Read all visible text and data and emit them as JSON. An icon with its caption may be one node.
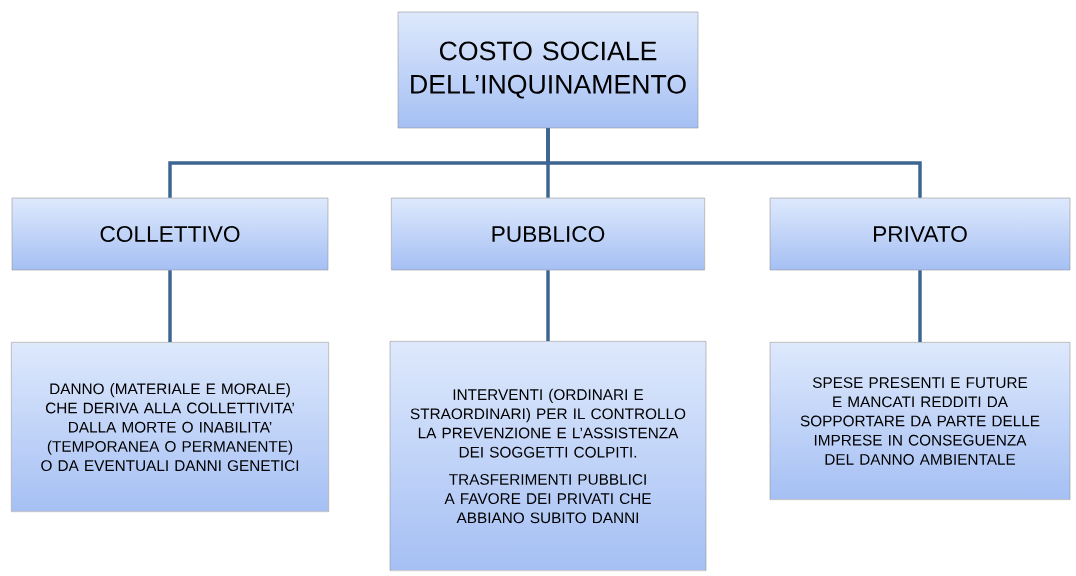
{
  "diagram": {
    "nodes": [
      {
        "text": [
          "COSTO SOCIALE DELL’INQUINAMENTO"
        ]
      },
      {
        "text": [
          "COLLETTIVO"
        ]
      },
      {
        "text": [
          "PUBBLICO"
        ]
      },
      {
        "text": [
          "PRIVATO"
        ]
      },
      {
        "text": [
          "DANNO (MATERIALE E MORALE) CHE DERIVA ALLA COLLETTIVITA’ DALLA MORTE O INABILITA’ (TEMPORANEA O PERMANENTE) O DA EVENTUALI DANNI GENETICI"
        ]
      },
      {
        "text": [
          "INTERVENTI (ORDINARI E STRAORDINARI) PER IL CONTROLLO LA PREVENZIONE E L’ASSISTENZA DEI SOGGETTI COLPITI.",
          "TRASFERIMENTI PUBBLICI A FAVORE DEI PRIVATI CHE ABBIANO SUBITO DANNI"
        ]
      },
      {
        "text": [
          "SPESE PRESENTI E FUTURE E MANCATI REDDITI DA SOPPORTARE DA PARTE DELLE IMPRESE IN CONSEGUENZA DEL DANNO AMBIENTALE"
        ]
      }
    ],
    "edges": [
      {
        "from": 0,
        "to": 1,
        "arrow": "none"
      },
      {
        "from": 0,
        "to": 2,
        "arrow": "none"
      },
      {
        "from": 0,
        "to": 3,
        "arrow": "none"
      },
      {
        "from": 1,
        "to": 4,
        "arrow": "none"
      },
      {
        "from": 2,
        "to": 5,
        "arrow": "none"
      },
      {
        "from": 3,
        "to": 6,
        "arrow": "none"
      }
    ]
  }
}
